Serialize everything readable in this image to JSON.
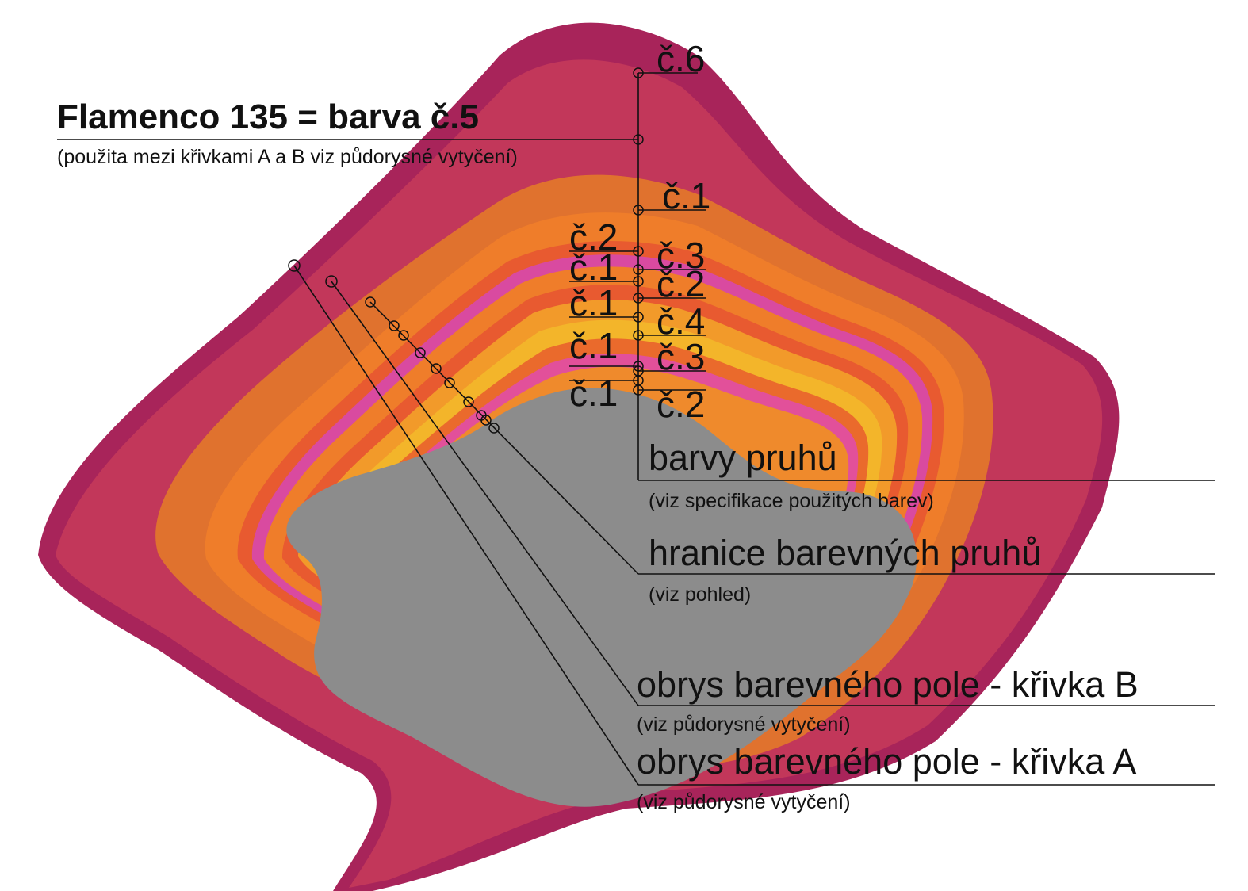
{
  "title": "Flamenco 135 = barva č.5",
  "title_note": "(použita mezi křivkami A a B viz půdorysné vytyčení)",
  "stripe_labels": {
    "right": [
      "č.6",
      "č.1",
      "č.3",
      "č.2",
      "č.4",
      "č.3",
      "č.2"
    ],
    "left": [
      "č.2",
      "č.1",
      "č.1",
      "č.1",
      "č.1"
    ]
  },
  "callouts": {
    "stripes": {
      "label": "barvy pruhů",
      "note": "(viz specifikace použitých barev)"
    },
    "boundaries": {
      "label": "hranice barevných pruhů",
      "note": "(viz pohled)"
    },
    "curve_b": {
      "label": "obrys barevného pole - křivka B",
      "note": "(viz půdorysné vytyčení)"
    },
    "curve_a": {
      "label": "obrys barevného pole - křivka A",
      "note": "(viz půdorysné vytyčení)"
    }
  },
  "colors": {
    "outer_rim": "#a8245a",
    "outer_field": "#c2375a",
    "flamenco_band": "#e0722e",
    "orange": "#ef7d2a",
    "red_orange": "#e85a30",
    "magenta_stripe": "#d94aa0",
    "yellow": "#f3b52a",
    "core": "#8c8c8c"
  }
}
